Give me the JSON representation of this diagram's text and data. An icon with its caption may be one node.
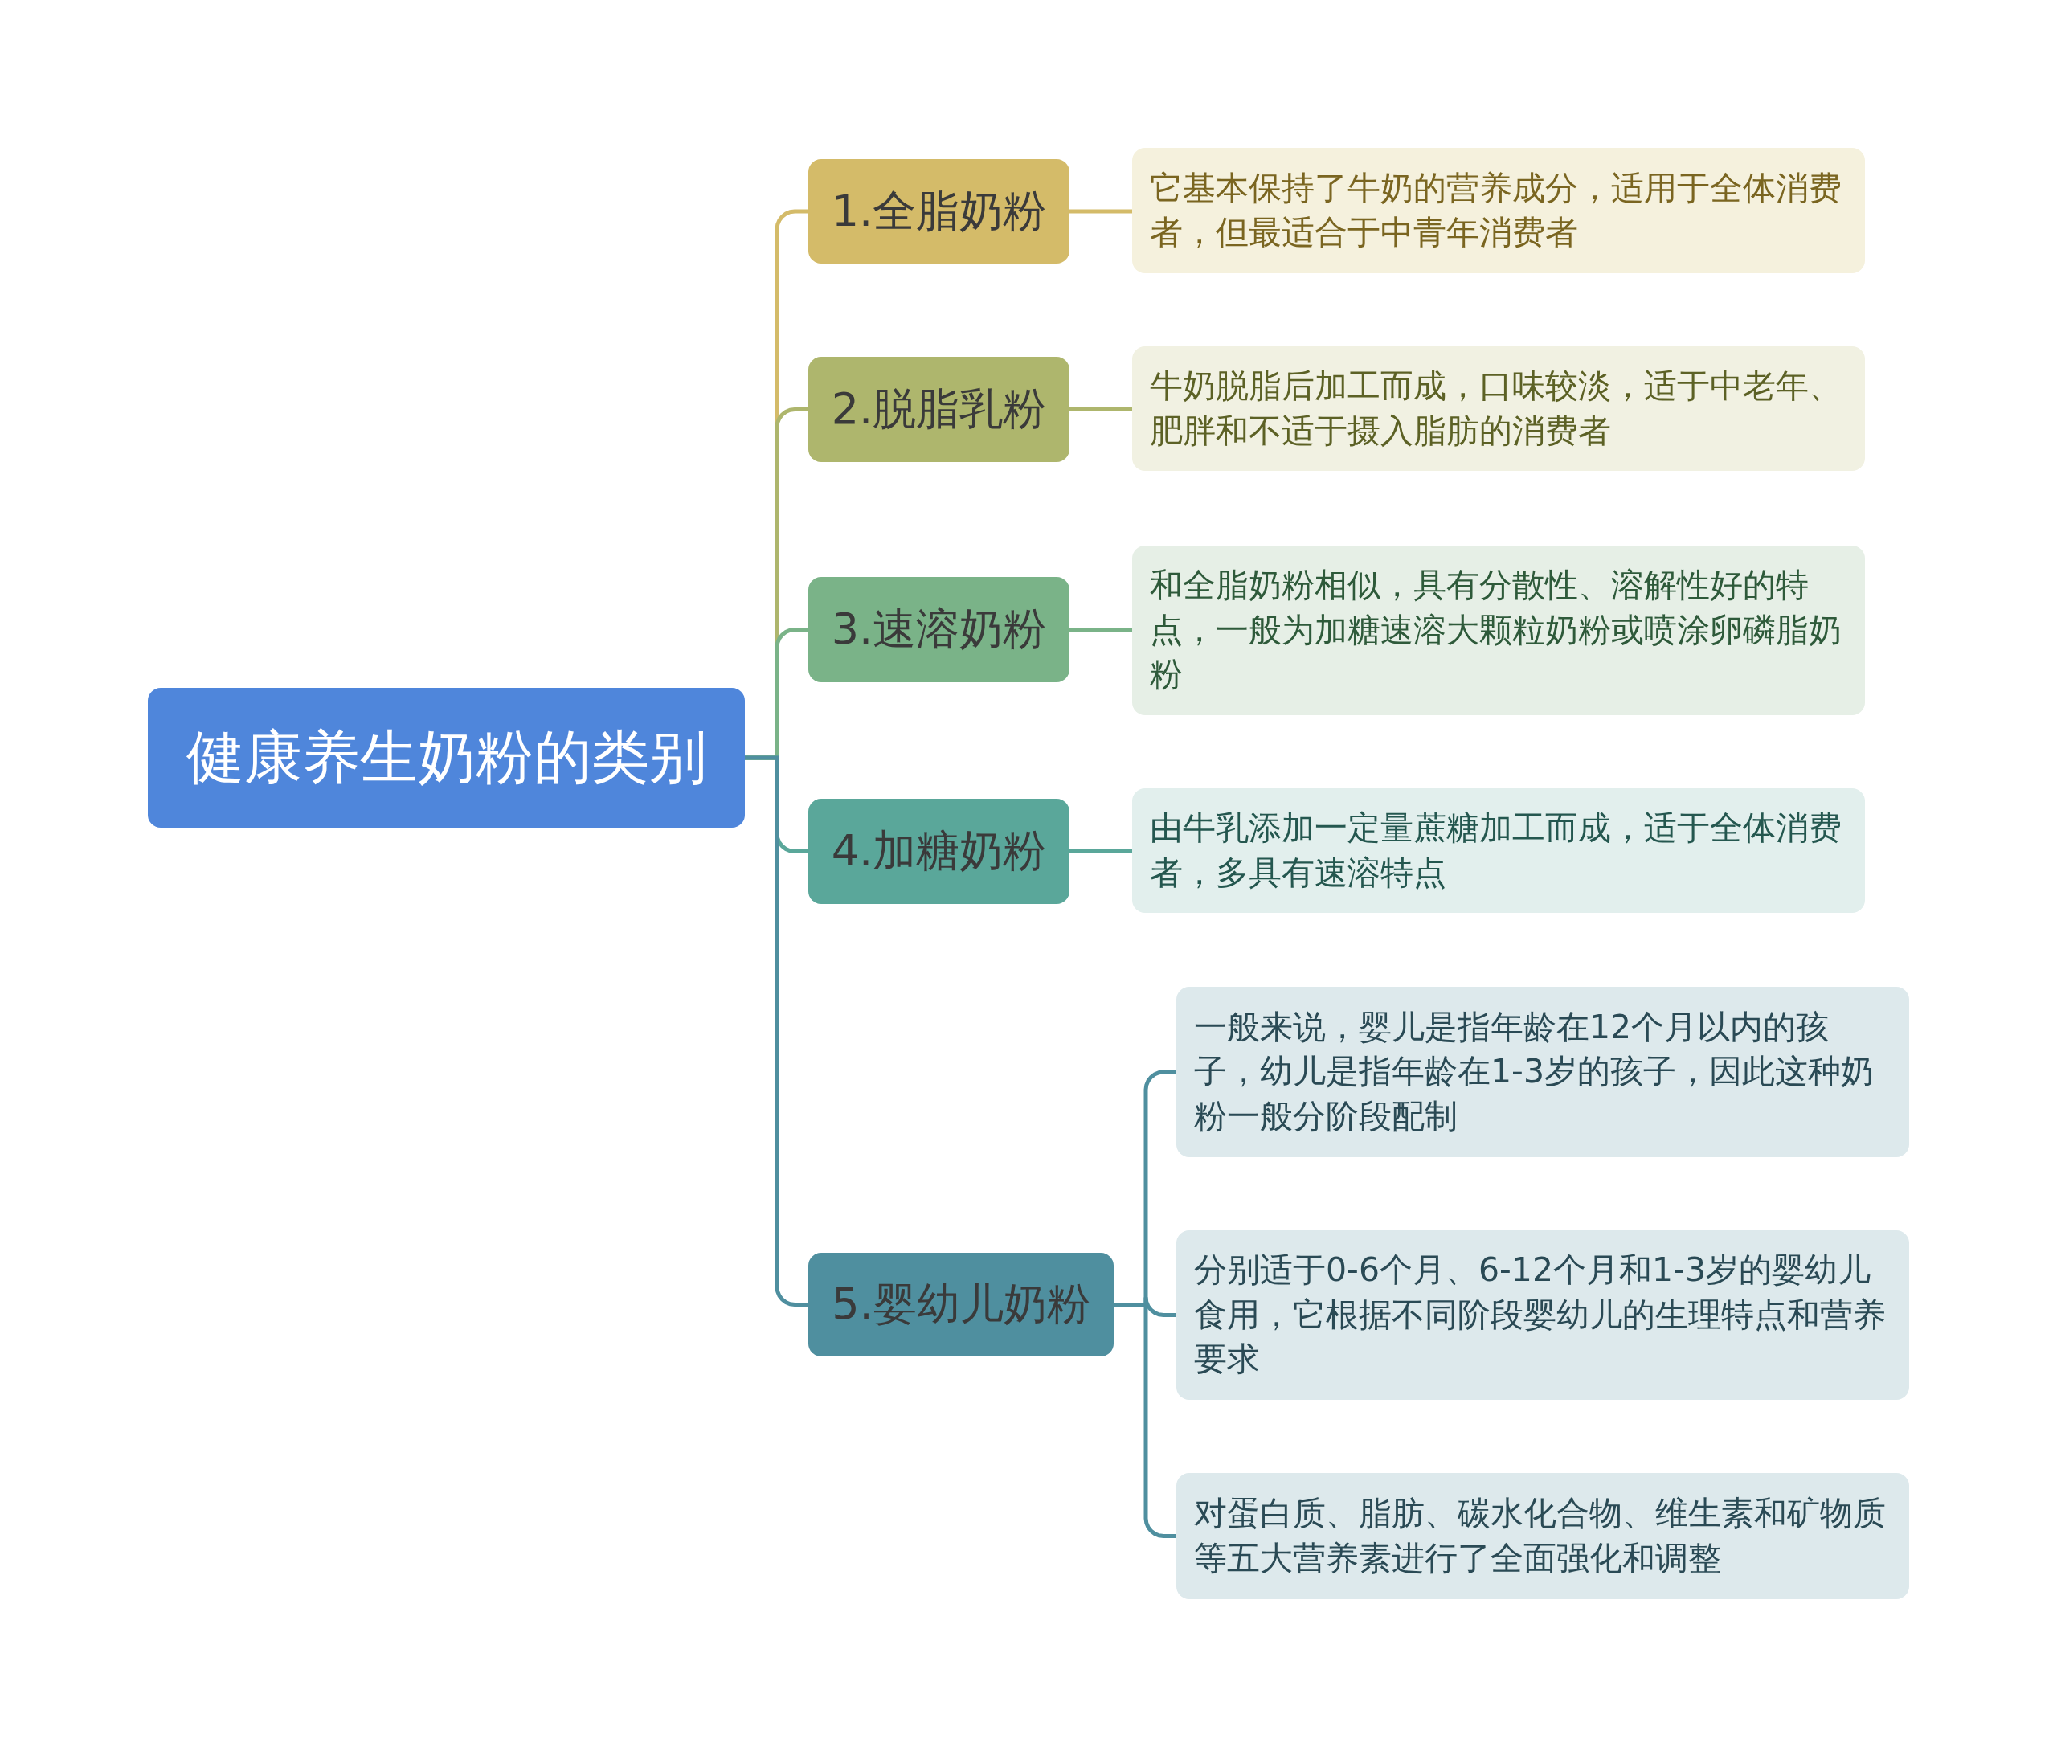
{
  "diagram": {
    "nodes": [
      {
        "text": [
          "健康养生奶粉的类别"
        ]
      },
      {
        "text": [
          "1.全脂奶粉"
        ]
      },
      {
        "text": [
          "2.脱脂乳粉"
        ]
      },
      {
        "text": [
          "3.速溶奶粉"
        ]
      },
      {
        "text": [
          "4.加糖奶粉"
        ]
      },
      {
        "text": [
          "5.婴幼儿奶粉"
        ]
      },
      {
        "text": [
          "它基本保持了牛奶的营养成分，适用于全体消费者，但最适合于中青年消费者"
        ]
      },
      {
        "text": [
          "牛奶脱脂后加工而成，口味较淡，适于中老年、肥胖和不适于摄入脂肪的消费者"
        ]
      },
      {
        "text": [
          "和全脂奶粉相似，具有分散性、溶解性好的特点，一般为加糖速溶大颗粒奶粉或喷涂卵磷脂奶粉"
        ]
      },
      {
        "text": [
          "由牛乳添加一定量蔗糖加工而成，适于全体消费者，多具有速溶特点"
        ]
      },
      {
        "text": [
          "一般来说，婴儿是指年龄在12个月以内的孩子，幼儿是指年龄在1-3岁的孩子，因此这种奶粉一般分阶段配制"
        ]
      },
      {
        "text": [
          "分别适于0-6个月、6-12个月和1-3岁的婴幼儿食用，它根据不同阶段婴幼儿的生理特点和营养要求"
        ]
      },
      {
        "text": [
          "对蛋白质、脂肪、碳水化合物、维生素和矿物质等五大营养素进行了全面强化和调整"
        ]
      }
    ],
    "edges": [
      {
        "from": 0,
        "to": 1,
        "arrow": "none",
        "color": "#d4bb69"
      },
      {
        "from": 0,
        "to": 2,
        "arrow": "none",
        "color": "#aeb66d"
      },
      {
        "from": 0,
        "to": 3,
        "arrow": "none",
        "color": "#7ab388"
      },
      {
        "from": 0,
        "to": 4,
        "arrow": "none",
        "color": "#5aa79a"
      },
      {
        "from": 0,
        "to": 5,
        "arrow": "none",
        "color": "#4f8f9f"
      },
      {
        "from": 1,
        "to": 6,
        "arrow": "none",
        "color": "#d4bb69"
      },
      {
        "from": 2,
        "to": 7,
        "arrow": "none",
        "color": "#aeb66d"
      },
      {
        "from": 3,
        "to": 8,
        "arrow": "none",
        "color": "#7ab388"
      },
      {
        "from": 4,
        "to": 9,
        "arrow": "none",
        "color": "#5aa79a"
      },
      {
        "from": 5,
        "to": 10,
        "arrow": "none",
        "color": "#4f8f9f"
      },
      {
        "from": 5,
        "to": 11,
        "arrow": "none",
        "color": "#4f8f9f"
      },
      {
        "from": 5,
        "to": 12,
        "arrow": "none",
        "color": "#4f8f9f"
      }
    ]
  }
}
